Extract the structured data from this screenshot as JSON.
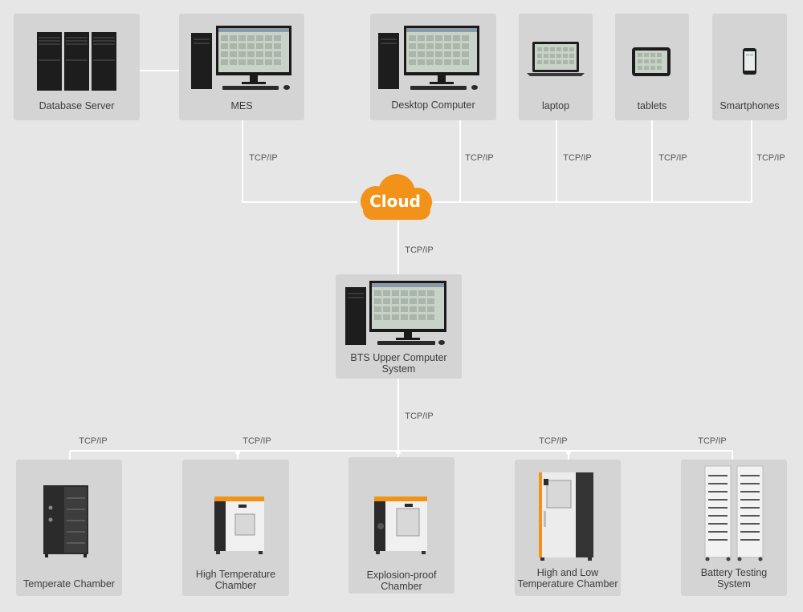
{
  "top_row": {
    "database_server": "Database Server",
    "mes": "MES",
    "desktop_computer": "Desktop Computer",
    "laptop": "laptop",
    "tablets": "tablets",
    "smartphones": "Smartphones"
  },
  "cloud": {
    "label": "Cloud",
    "color": "#f39218"
  },
  "bts": {
    "label_line1": "BTS Upper Computer",
    "label_line2": "System"
  },
  "bottom_row": {
    "temperate": "Temperate Chamber",
    "high_temp_line1": "High Temperature",
    "high_temp_line2": "Chamber",
    "explosion_line1": "Explosion-proof",
    "explosion_line2": "Chamber",
    "highlow_line1": "High and Low",
    "highlow_line2": "Temperature Chamber",
    "battery_line1": "Battery Testing",
    "battery_line2": "System"
  },
  "connections": {
    "mes_cloud": "TCP/IP",
    "desktop_cloud": "TCP/IP",
    "laptop_cloud": "TCP/IP",
    "tablets_cloud": "TCP/IP",
    "smartphones_cloud": "TCP/IP",
    "cloud_bts": "TCP/IP",
    "bts_bus": "TCP/IP",
    "bus_temperate": "TCP/IP",
    "bus_high_temp": "TCP/IP",
    "bus_highlow": "TCP/IP",
    "bus_battery": "TCP/IP"
  },
  "colors": {
    "line": "#ffffff",
    "card": "#d4d4d4",
    "accent": "#f39218"
  }
}
